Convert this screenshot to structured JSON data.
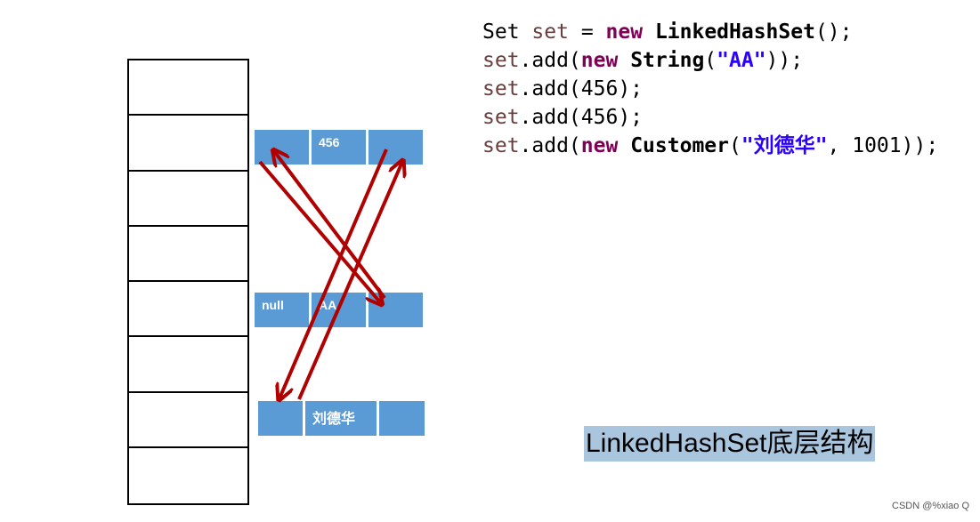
{
  "nodes": {
    "first": {
      "value": "456"
    },
    "second": {
      "prev": "null",
      "value": "AA"
    },
    "third": {
      "value": "刘德华"
    }
  },
  "code": {
    "line1": {
      "decl": "Set",
      "var": "set",
      "op": "=",
      "kw": "new",
      "cls": "LinkedHashSet",
      "tail": "();"
    },
    "line2": {
      "var": "set",
      "call": ".add(",
      "kw": "new",
      "cls": "String",
      "open": "(",
      "str": "\"AA\"",
      "tail": "));"
    },
    "line3": {
      "var": "set",
      "call": ".add(456);"
    },
    "line4": {
      "var": "set",
      "call": ".add(456);"
    },
    "line5": {
      "var": "set",
      "call": ".add(",
      "kw": "new",
      "cls": "Customer",
      "open": "(",
      "str": "\"刘德华\"",
      "tail": ", 1001));"
    }
  },
  "caption": "LinkedHashSet底层结构",
  "watermark": "CSDN @%xiao Q",
  "colors": {
    "node": "#5b9bd5",
    "arrow": "#b00000",
    "caption_bg": "#a9c6de"
  }
}
